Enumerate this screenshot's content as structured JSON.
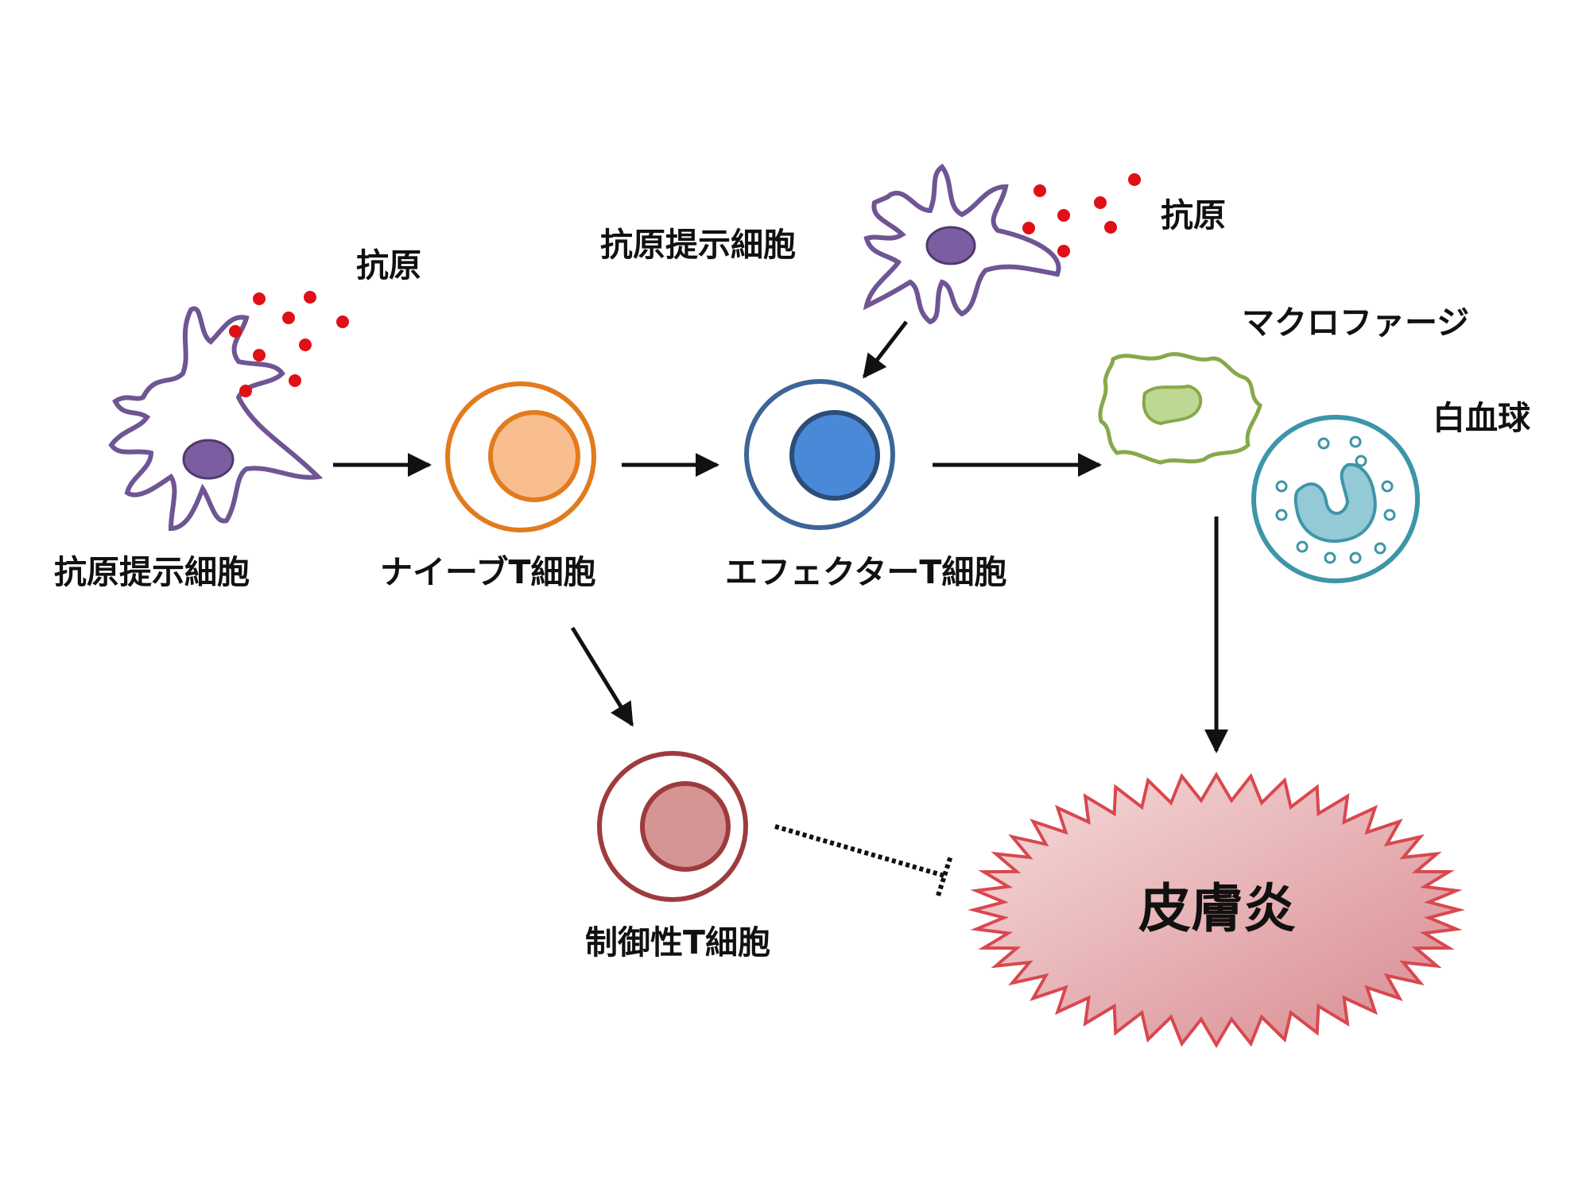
{
  "labels": {
    "apc_left": "抗原提示細胞",
    "antigen_left": "抗原",
    "naive_t": "ナイーブT細胞",
    "apc_top": "抗原提示細胞",
    "antigen_top": "抗原",
    "effector_t": "エフェクターT細胞",
    "macrophage": "マクロファージ",
    "leukocyte": "白血球",
    "treg": "制御性T細胞",
    "dermatitis": "皮膚炎"
  },
  "colors": {
    "apc": "#6f5594",
    "apc_nucleus": "#7b5ea1",
    "antigen": "#e01016",
    "naive_t": "#e27b1e",
    "naive_t_core": "#f8be90",
    "effector_t": "#3c6598",
    "effector_t_core": "#4a88d8",
    "macrophage": "#86a94a",
    "macrophage_core": "#bcd893",
    "leukocyte": "#3e95a8",
    "leukocyte_core": "#94c9d6",
    "treg": "#9e3b3e",
    "treg_core": "#d69595",
    "dermatitis_stroke": "#d8484e",
    "dermatitis_fill_light": "#f6dcdc",
    "dermatitis_fill_dark": "#d88a90",
    "arrow": "#111111"
  },
  "relations": [
    {
      "from": "apc_left",
      "to": "naive_t",
      "type": "activates"
    },
    {
      "from": "naive_t",
      "to": "effector_t",
      "type": "differentiates"
    },
    {
      "from": "apc_top",
      "to": "effector_t",
      "type": "activates"
    },
    {
      "from": "effector_t",
      "to": "macrophage_leukocyte",
      "type": "recruits"
    },
    {
      "from": "macrophage_leukocyte",
      "to": "dermatitis",
      "type": "causes"
    },
    {
      "from": "naive_t",
      "to": "treg",
      "type": "differentiates"
    },
    {
      "from": "treg",
      "to": "dermatitis",
      "type": "inhibits"
    }
  ]
}
